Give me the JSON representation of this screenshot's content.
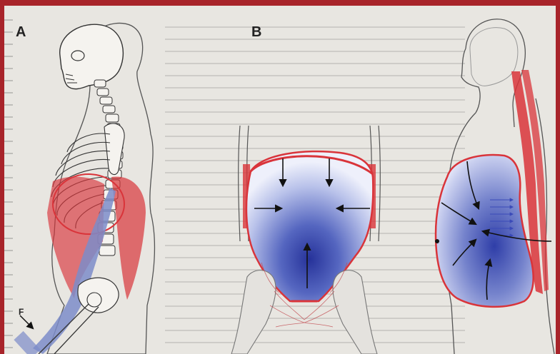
{
  "panels": {
    "a_label": "A",
    "b_label": "B",
    "force_label": "F"
  },
  "colors": {
    "frame": "#a8242a",
    "muscle": "#d9343a",
    "pressure": "#2c3fa8",
    "bone": "#f5f3ef"
  }
}
